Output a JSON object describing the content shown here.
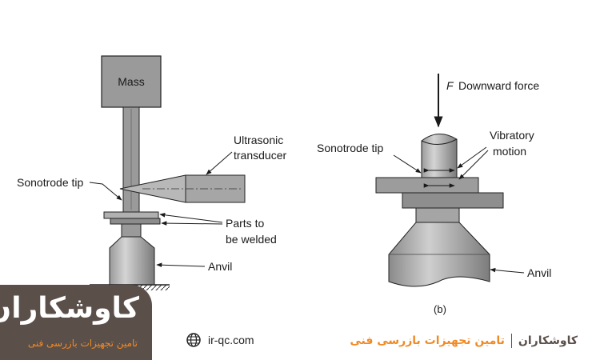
{
  "diagram_a": {
    "mass": "Mass",
    "transducer_line1": "Ultrasonic",
    "transducer_line2": "transducer",
    "sonotrode_tip": "Sonotrode tip",
    "parts_line1": "Parts to",
    "parts_line2": "be welded",
    "anvil": "Anvil"
  },
  "diagram_b": {
    "force_symbol": "F",
    "force_label": "Downward force",
    "vibratory_line1": "Vibratory",
    "vibratory_line2": "motion",
    "sonotrode_tip": "Sonotrode tip",
    "anvil": "Anvil",
    "caption": "(b)"
  },
  "branding": {
    "logo_wordmark": "کاوشکاران",
    "logo_tagline": "تامین تجهیزات بازرسی فنی",
    "website": "ir-qc.com",
    "footer_name": "کاوشکاران",
    "footer_tagline": "تامین تجهیزات بازرسی فنی"
  },
  "colors": {
    "brand_dark": "#5b4f4a",
    "brand_orange": "#f08a24",
    "diagram_gray": "#8c8c8c"
  },
  "icons": [
    "globe-icon"
  ]
}
